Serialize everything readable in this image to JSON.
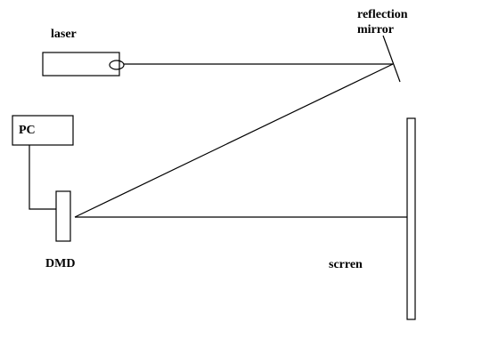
{
  "labels": {
    "laser": "laser",
    "mirror_line1": "reflection",
    "mirror_line2": "mirror",
    "pc": "PC",
    "dmd": "DMD",
    "screen": "scrren"
  },
  "colors": {
    "line": "#000000",
    "background": "#ffffff"
  }
}
